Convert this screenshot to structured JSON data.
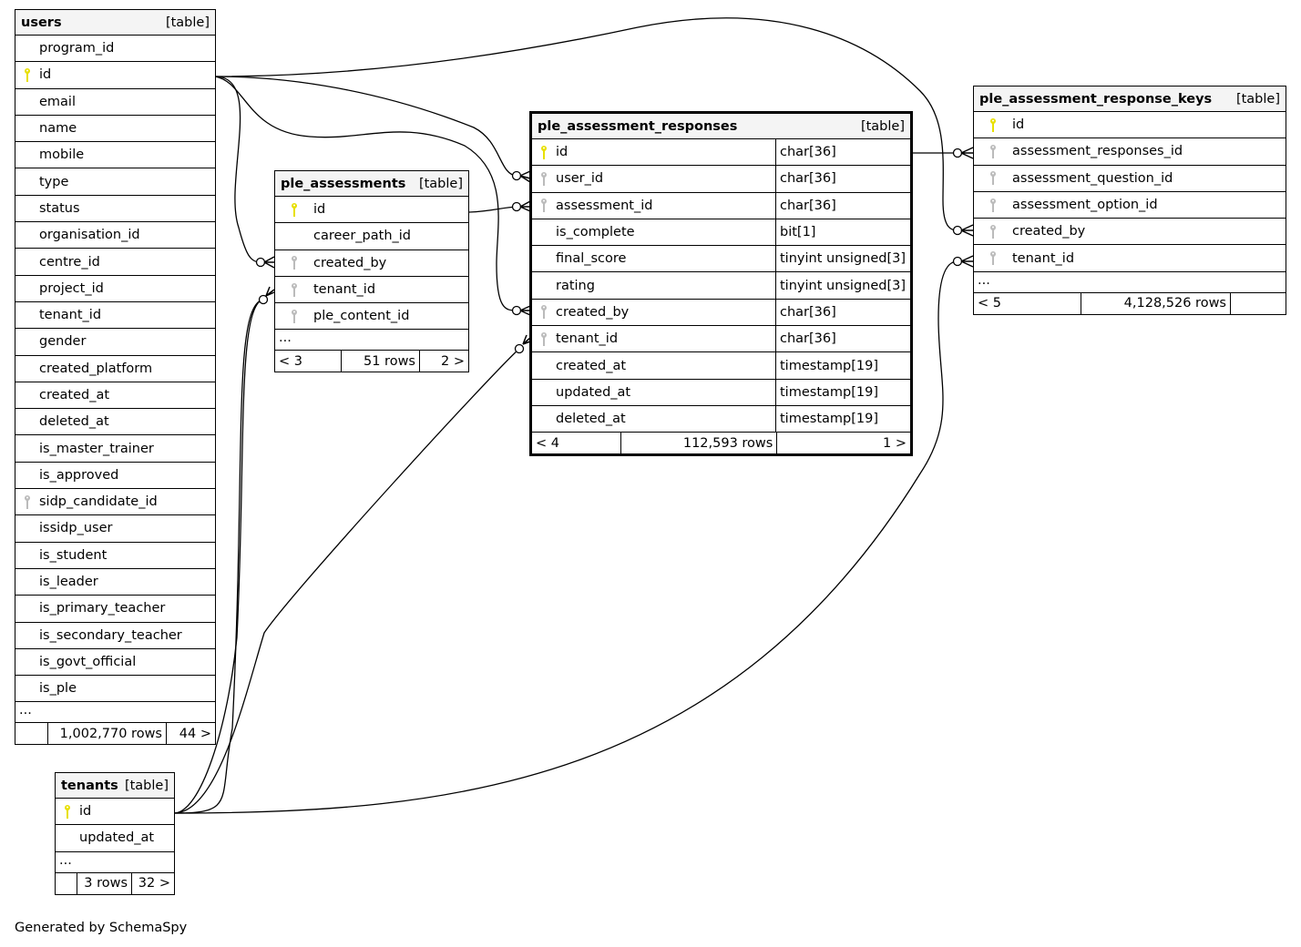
{
  "footer": "Generated by SchemaSpy",
  "colors": {
    "primary_key": "#e8e000",
    "foreign_key": "#bbbbbb",
    "header_bg": "#f4f4f4"
  },
  "tables": {
    "users": {
      "name": "users",
      "kind": "[table]",
      "columns": [
        {
          "name": "program_id",
          "key": ""
        },
        {
          "name": "id",
          "key": "pk"
        },
        {
          "name": "email",
          "key": ""
        },
        {
          "name": "name",
          "key": ""
        },
        {
          "name": "mobile",
          "key": ""
        },
        {
          "name": "type",
          "key": ""
        },
        {
          "name": "status",
          "key": ""
        },
        {
          "name": "organisation_id",
          "key": ""
        },
        {
          "name": "centre_id",
          "key": ""
        },
        {
          "name": "project_id",
          "key": ""
        },
        {
          "name": "tenant_id",
          "key": ""
        },
        {
          "name": "gender",
          "key": ""
        },
        {
          "name": "created_platform",
          "key": ""
        },
        {
          "name": "created_at",
          "key": ""
        },
        {
          "name": "deleted_at",
          "key": ""
        },
        {
          "name": "is_master_trainer",
          "key": ""
        },
        {
          "name": "is_approved",
          "key": ""
        },
        {
          "name": "sidp_candidate_id",
          "key": "fk"
        },
        {
          "name": "issidp_user",
          "key": ""
        },
        {
          "name": "is_student",
          "key": ""
        },
        {
          "name": "is_leader",
          "key": ""
        },
        {
          "name": "is_primary_teacher",
          "key": ""
        },
        {
          "name": "is_secondary_teacher",
          "key": ""
        },
        {
          "name": "is_govt_official",
          "key": ""
        },
        {
          "name": "is_ple",
          "key": ""
        }
      ],
      "ellipsis": "...",
      "footer": {
        "parents": "",
        "rows": "1,002,770 rows",
        "children": "44 >"
      }
    },
    "ple_assessments": {
      "name": "ple_assessments",
      "kind": "[table]",
      "columns": [
        {
          "name": "id",
          "key": "pk"
        },
        {
          "name": "career_path_id",
          "key": ""
        },
        {
          "name": "created_by",
          "key": "fk"
        },
        {
          "name": "tenant_id",
          "key": "fk"
        },
        {
          "name": "ple_content_id",
          "key": "fk"
        }
      ],
      "ellipsis": "...",
      "footer": {
        "parents": "< 3",
        "rows": "51 rows",
        "children": "2 >"
      }
    },
    "ple_assessment_responses": {
      "name": "ple_assessment_responses",
      "kind": "[table]",
      "columns": [
        {
          "name": "id",
          "key": "pk",
          "type": "char[36]"
        },
        {
          "name": "user_id",
          "key": "fk",
          "type": "char[36]"
        },
        {
          "name": "assessment_id",
          "key": "fk",
          "type": "char[36]"
        },
        {
          "name": "is_complete",
          "key": "",
          "type": "bit[1]"
        },
        {
          "name": "final_score",
          "key": "",
          "type": "tinyint unsigned[3]"
        },
        {
          "name": "rating",
          "key": "",
          "type": "tinyint unsigned[3]"
        },
        {
          "name": "created_by",
          "key": "fk",
          "type": "char[36]"
        },
        {
          "name": "tenant_id",
          "key": "fk",
          "type": "char[36]"
        },
        {
          "name": "created_at",
          "key": "",
          "type": "timestamp[19]"
        },
        {
          "name": "updated_at",
          "key": "",
          "type": "timestamp[19]"
        },
        {
          "name": "deleted_at",
          "key": "",
          "type": "timestamp[19]"
        }
      ],
      "footer": {
        "parents": "< 4",
        "rows": "112,593 rows",
        "children": "1 >"
      }
    },
    "ple_assessment_response_keys": {
      "name": "ple_assessment_response_keys",
      "kind": "[table]",
      "columns": [
        {
          "name": "id",
          "key": "pk"
        },
        {
          "name": "assessment_responses_id",
          "key": "fk"
        },
        {
          "name": "assessment_question_id",
          "key": "fk"
        },
        {
          "name": "assessment_option_id",
          "key": "fk"
        },
        {
          "name": "created_by",
          "key": "fk"
        },
        {
          "name": "tenant_id",
          "key": "fk"
        }
      ],
      "ellipsis": "...",
      "footer": {
        "parents": "< 5",
        "rows": "4,128,526 rows",
        "children": ""
      }
    },
    "tenants": {
      "name": "tenants",
      "kind": "[table]",
      "columns": [
        {
          "name": "id",
          "key": "pk"
        },
        {
          "name": "updated_at",
          "key": ""
        }
      ],
      "ellipsis": "...",
      "footer": {
        "parents": "",
        "rows": "3 rows",
        "children": "32 >"
      }
    }
  },
  "relationships": [
    {
      "from": "users.id",
      "to": "ple_assessments.created_by"
    },
    {
      "from": "tenants.id",
      "to": "ple_assessments.tenant_id"
    },
    {
      "from": "users.id",
      "to": "ple_assessment_responses.user_id"
    },
    {
      "from": "ple_assessments.id",
      "to": "ple_assessment_responses.assessment_id"
    },
    {
      "from": "users.id",
      "to": "ple_assessment_responses.created_by"
    },
    {
      "from": "tenants.id",
      "to": "ple_assessment_responses.tenant_id"
    },
    {
      "from": "ple_assessment_responses.id",
      "to": "ple_assessment_response_keys.assessment_responses_id"
    },
    {
      "from": "users.id",
      "to": "ple_assessment_response_keys.created_by"
    },
    {
      "from": "tenants.id",
      "to": "ple_assessment_response_keys.tenant_id"
    }
  ]
}
